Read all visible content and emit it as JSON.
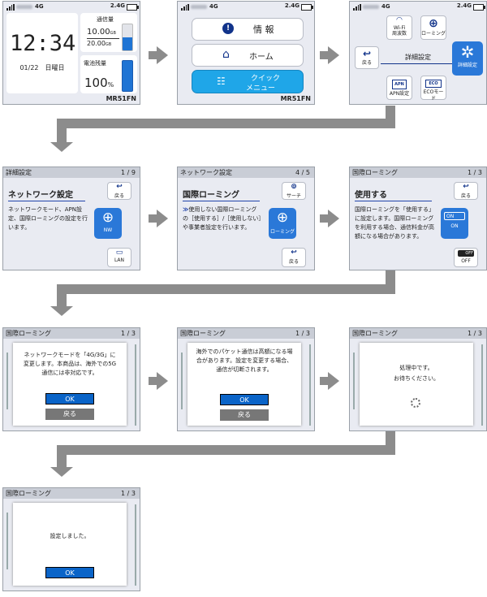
{
  "status": {
    "network": "4G",
    "band": "2.4G"
  },
  "s1": {
    "time": "12:34",
    "date": "01/22　日曜日",
    "data_label": "通信量",
    "data_used": "10.00",
    "data_used_unit": "GB",
    "data_total": "20.00",
    "data_total_unit": "GB",
    "battery_label": "電池残量",
    "battery_value": "100",
    "battery_unit": "%",
    "model": "MR51FN"
  },
  "s2": {
    "info": "情 報",
    "home": "ホーム",
    "quick_line1": "クイック",
    "quick_line2": "メニュー",
    "model": "MR51FN"
  },
  "s3": {
    "wifi_line1": "Wi-Fi",
    "wifi_line2": "周波数",
    "roaming": "ローミング",
    "back": "戻る",
    "center": "詳細設定",
    "detail": "詳細設定",
    "apn": "APN設定",
    "eco": "ECOモード",
    "apn_icon": "APN",
    "eco_icon": "ECO"
  },
  "s4": {
    "header": "詳細設定",
    "page": "1 / 9",
    "title": "ネットワーク設定",
    "desc": "ネットワークモード、APN設定、国際ローミングの設定を行います。",
    "back": "戻る",
    "nw": "NW",
    "lan": "LAN"
  },
  "s5": {
    "header": "ネットワーク設定",
    "page": "4 / 5",
    "title": "国際ローミング",
    "desc_marker": "≫",
    "desc": "使用しない国際ローミングの［使用する］/［使用しない］や事業者設定を行います。",
    "search": "サーチ",
    "roaming": "ローミング",
    "back": "戻る"
  },
  "s6": {
    "header": "国際ローミング",
    "page": "1 / 3",
    "title": "使用する",
    "desc": "国際ローミングを「使用する」に設定します。国際ローミングを利用する場合、通信料金が高額になる場合があります。",
    "back": "戻る",
    "on_badge": "ON",
    "on": "ON",
    "off_badge": "OFF",
    "off": "OFF"
  },
  "s7": {
    "header": "国際ローミング",
    "page": "1 / 3",
    "msg": "ネットワークモードを「4G/3G」に変更します。本商品は、海外での5G通信には非対応です。",
    "ok": "OK",
    "back": "戻る"
  },
  "s8": {
    "header": "国際ローミング",
    "page": "1 / 3",
    "msg": "海外でのパケット通信は高額になる場合があります。設定を変更する場合、通信が切断されます。",
    "ok": "OK",
    "back": "戻る"
  },
  "s9": {
    "header": "国際ローミング",
    "page": "1 / 3",
    "msg1": "処理中です。",
    "msg2": "お待ちください。"
  },
  "s10": {
    "header": "国際ローミング",
    "page": "1 / 3",
    "msg": "設定しました。",
    "ok": "OK"
  },
  "colors": {
    "accent": "#2a78d8",
    "dialog_ok": "#0a64c8",
    "header_bg": "#c9cdd6",
    "screen_bg": "#e9ebf2",
    "flow_arrow": "#8c8c8c"
  }
}
